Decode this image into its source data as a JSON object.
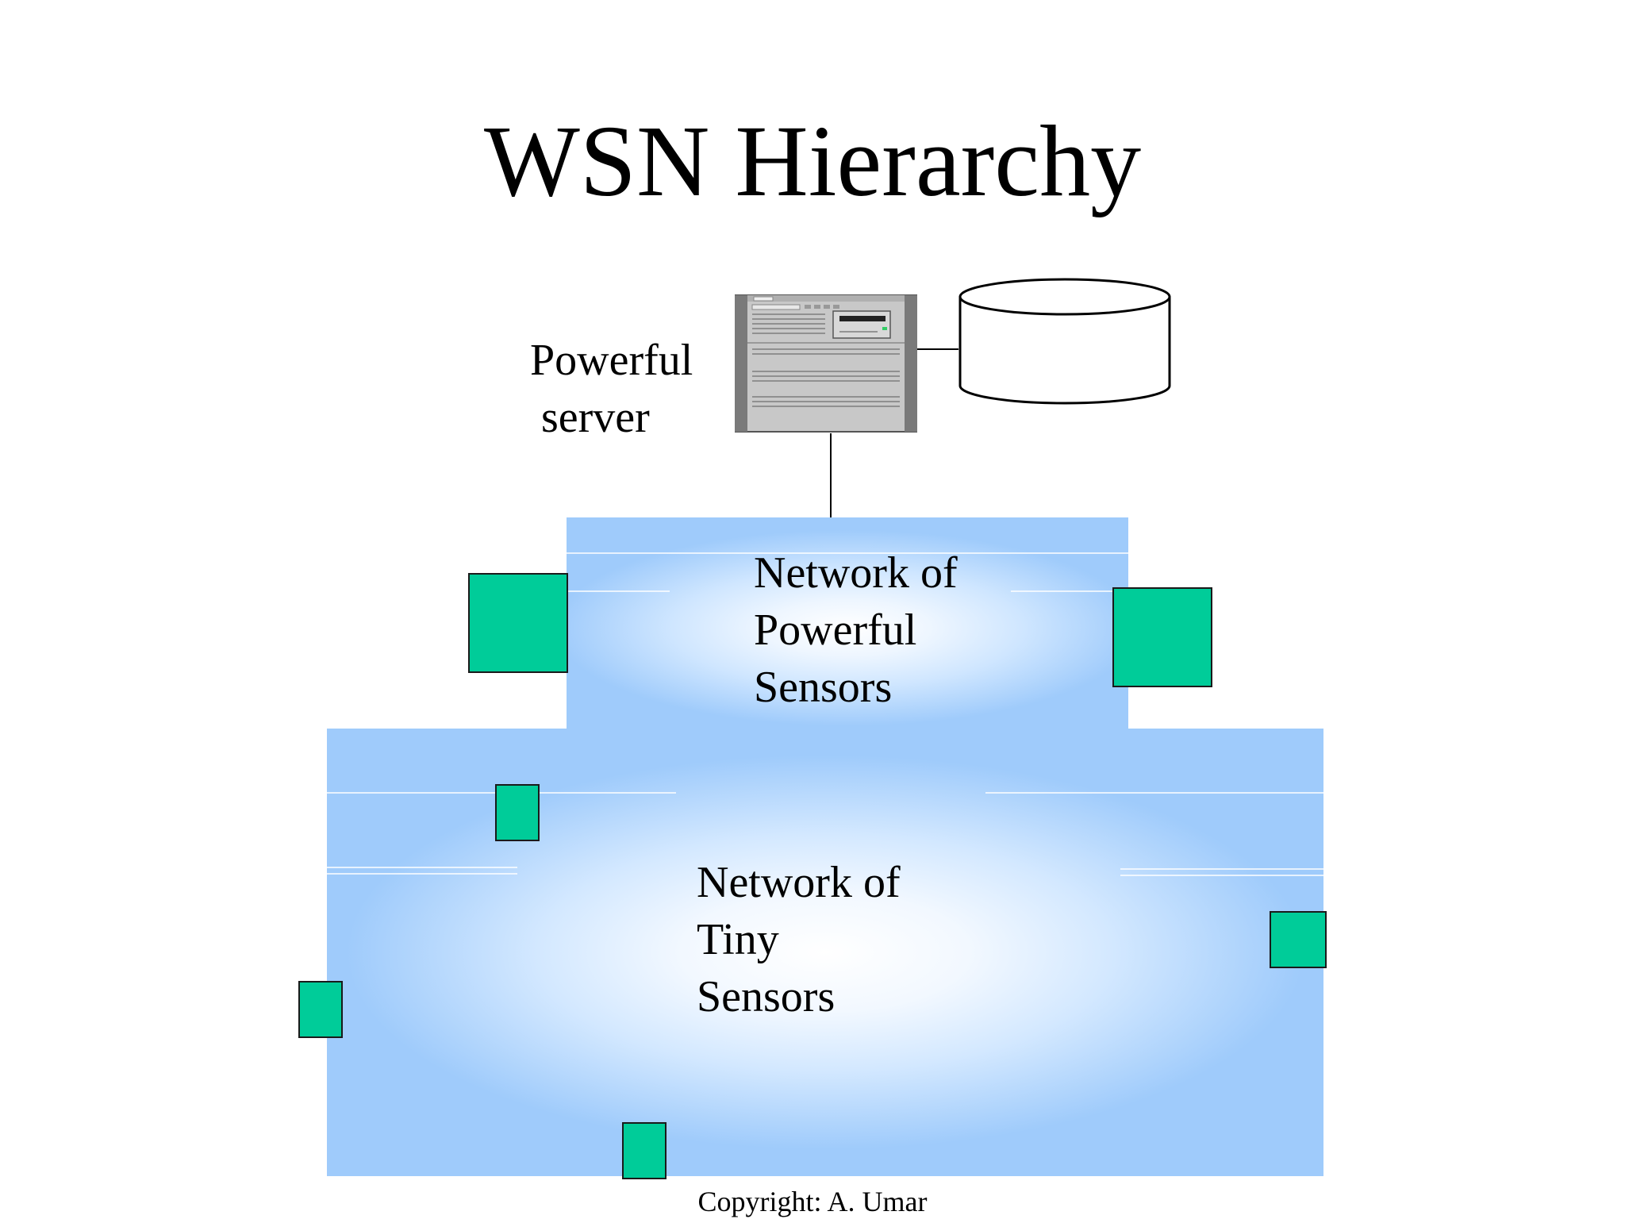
{
  "slide": {
    "title": "WSN Hierarchy",
    "server_label": [
      "Powerful",
      "server"
    ],
    "powerful_network_label": [
      "Network of",
      "Powerful",
      "Sensors"
    ],
    "tiny_network_label": [
      "Network of",
      "Tiny",
      "Sensors"
    ],
    "footer": "Copyright: A. Umar"
  },
  "colors": {
    "sensor": "#00cc99",
    "cloud_edge": "#9fcbfb",
    "cloud_center": "#ffffff",
    "server_body": "#c8c8c8",
    "server_side": "#7a7a7a"
  },
  "icons": {
    "server": "server-icon",
    "storage": "database-cylinder-icon",
    "sensor": "sensor-node-icon"
  }
}
